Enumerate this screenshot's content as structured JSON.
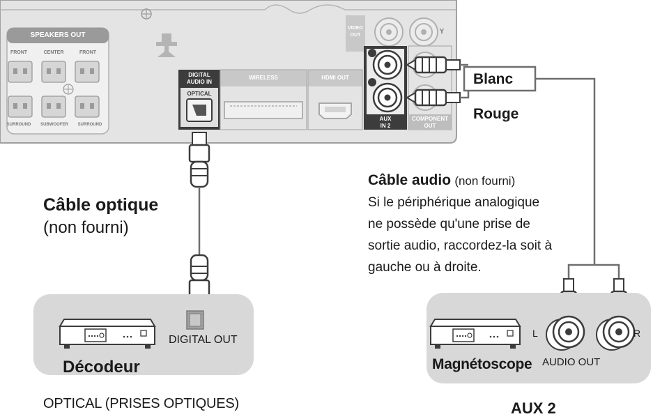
{
  "receiver_panel": {
    "speakers_out": "SPEAKERS OUT",
    "front_r": "FRONT",
    "center": "CENTER",
    "front_l": "FRONT",
    "surround_r": "SURROUND",
    "subwoofer": "SUBWOOFER",
    "surround_l": "SURROUND",
    "digital_audio_in_line1": "DIGITAL",
    "digital_audio_in_line2": "AUDIO IN",
    "optical": "OPTICAL",
    "wireless": "WIRELESS",
    "hdmi_out": "HDMI OUT",
    "video_out_line1": "VIDEO",
    "video_out_line2": "OUT",
    "aux_in_line1": "AUX",
    "aux_in_line2": "IN 2",
    "component_out_line1": "COMPONENT",
    "component_out_line2": "OUT",
    "y": "Y"
  },
  "cable_labels": {
    "blanc": "Blanc",
    "rouge": "Rouge"
  },
  "optical_cable": {
    "title": "Câble optique",
    "subtitle": "(non fourni)"
  },
  "audio_cable": {
    "title": "Câble audio",
    "title_note": "(non fourni)",
    "line1": "Si le périphérique analogique",
    "line2": "ne possède qu'une prise de",
    "line3": "sortie audio, raccordez-la soit à",
    "line4": "gauche ou à droite."
  },
  "decoder_box": {
    "name": "Décodeur",
    "port_label": "DIGITAL OUT"
  },
  "vcr_box": {
    "name": "Magnétoscope",
    "port_label": "AUDIO OUT",
    "left": "L",
    "right": "R"
  },
  "section_titles": {
    "optical": "OPTICAL (PRISES OPTIQUES)",
    "aux": "AUX 2"
  },
  "colors": {
    "panel": "#e4e4e4",
    "panel_border": "#9a9a9a",
    "dark_label": "#3c3c3c",
    "device_box": "#d8d8d8",
    "cable": "#6e6e6e"
  }
}
